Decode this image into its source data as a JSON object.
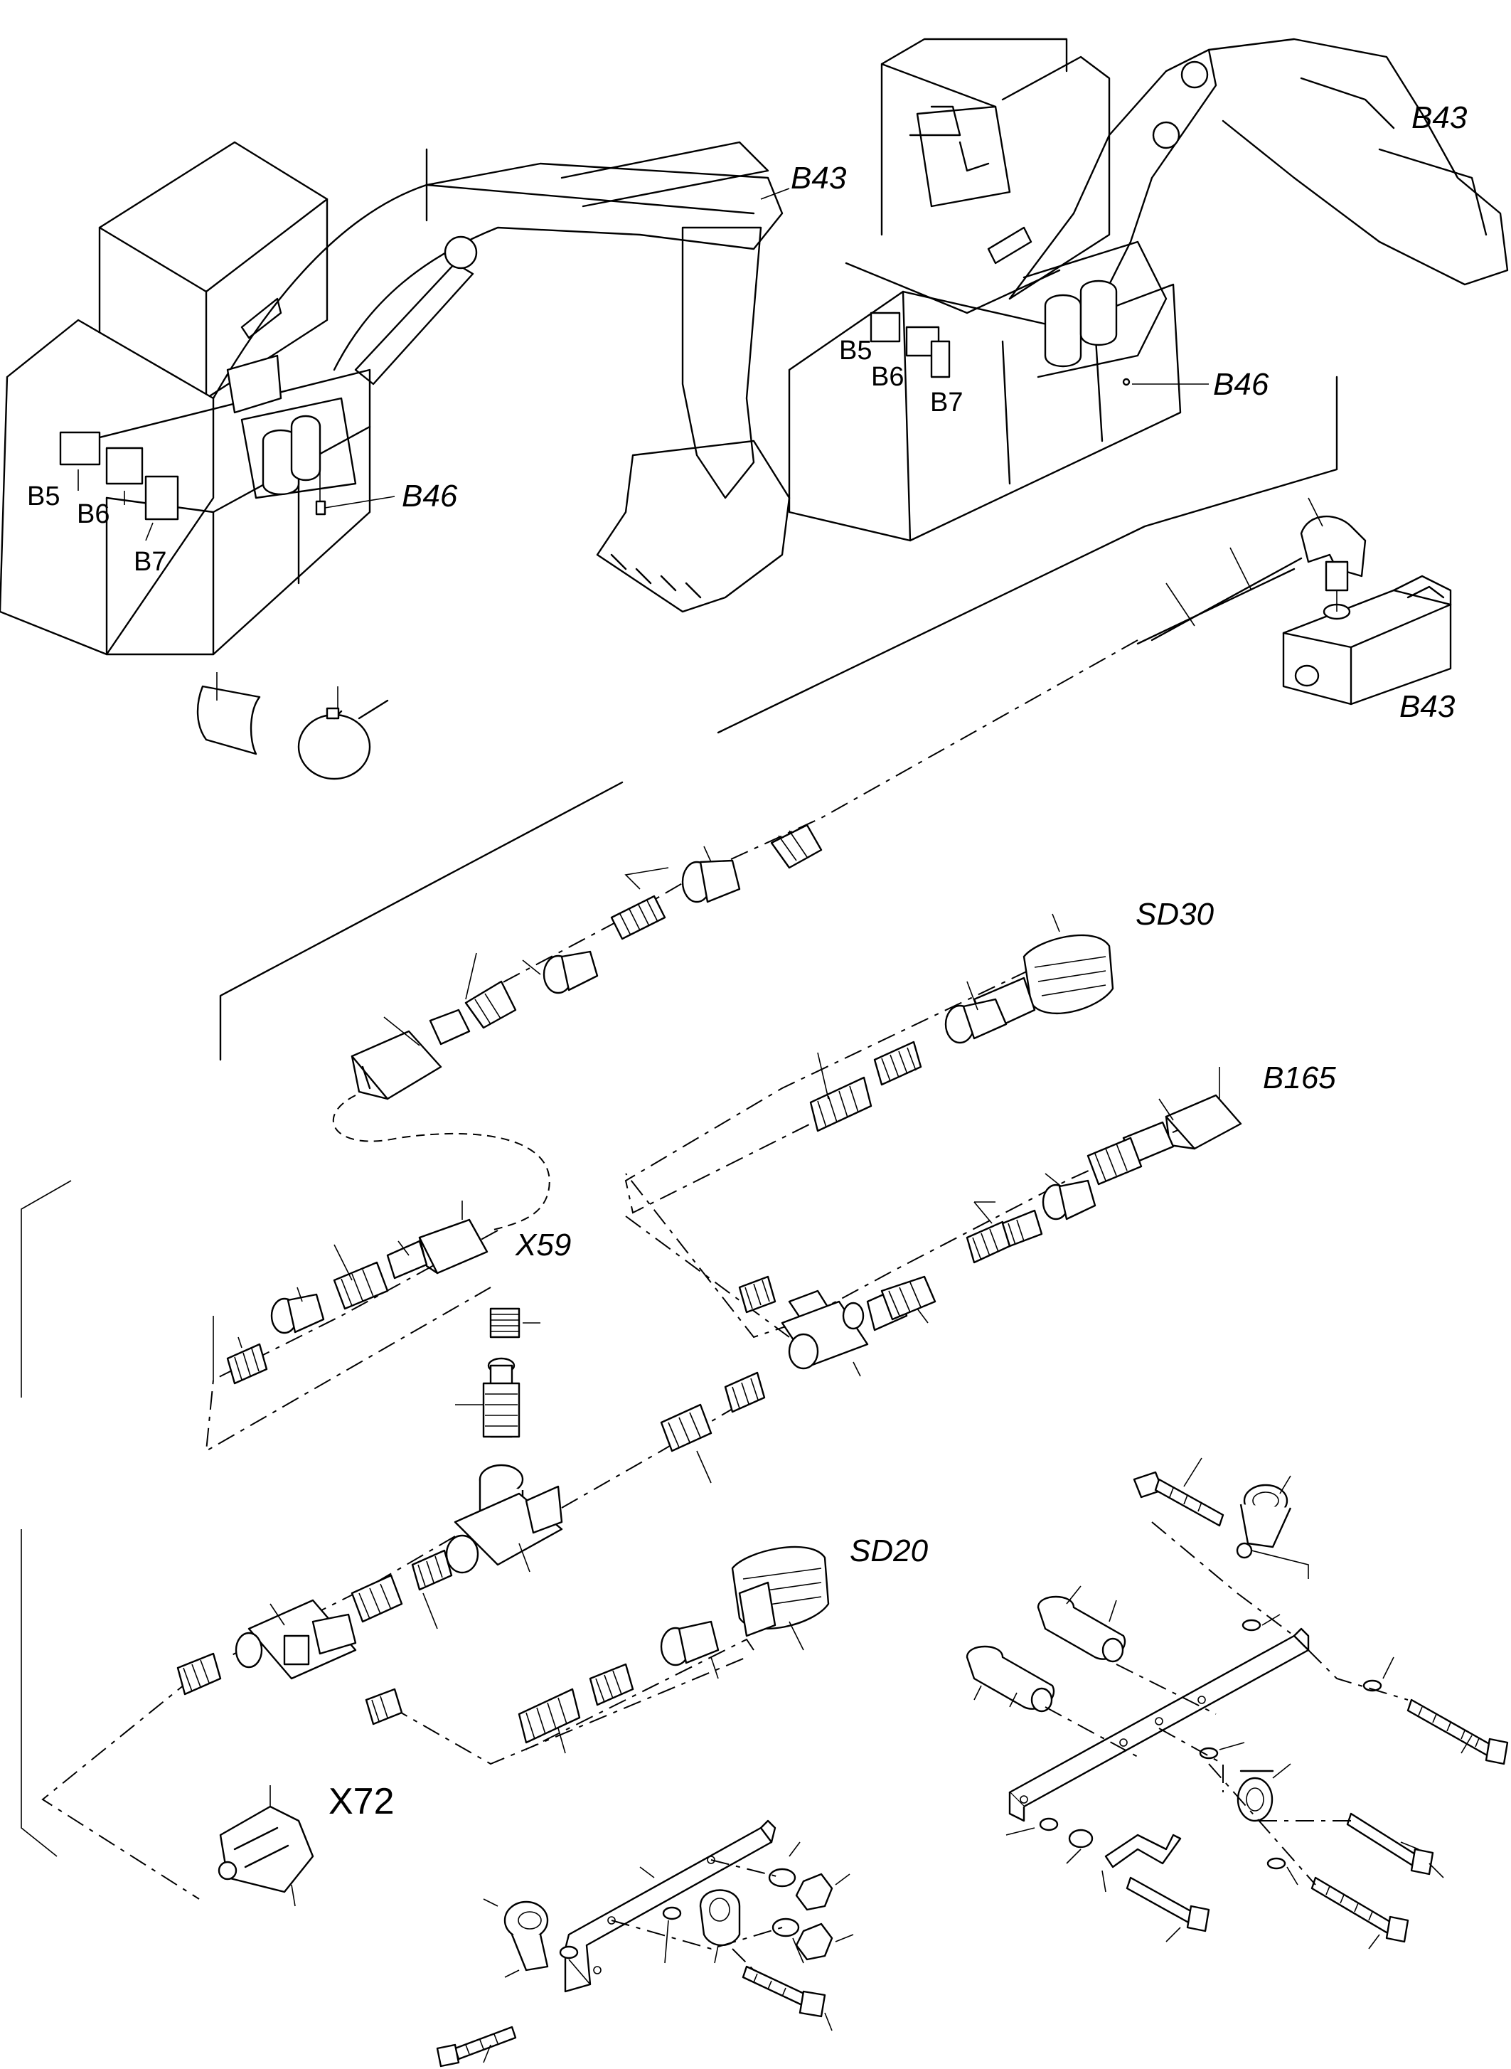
{
  "labels": {
    "b43_left": "B43",
    "b43_right_top": "B43",
    "b43_sensor": "B43",
    "b46_left": "B46",
    "b46_right": "B46",
    "b5_left": "B5",
    "b6_left": "B6",
    "b7_left": "B7",
    "b5_right": "B5",
    "b6_right": "B6",
    "b7_right": "B7",
    "sd30": "SD30",
    "b165": "B165",
    "x59": "X59",
    "sd20": "SD20",
    "x72": "X72"
  }
}
